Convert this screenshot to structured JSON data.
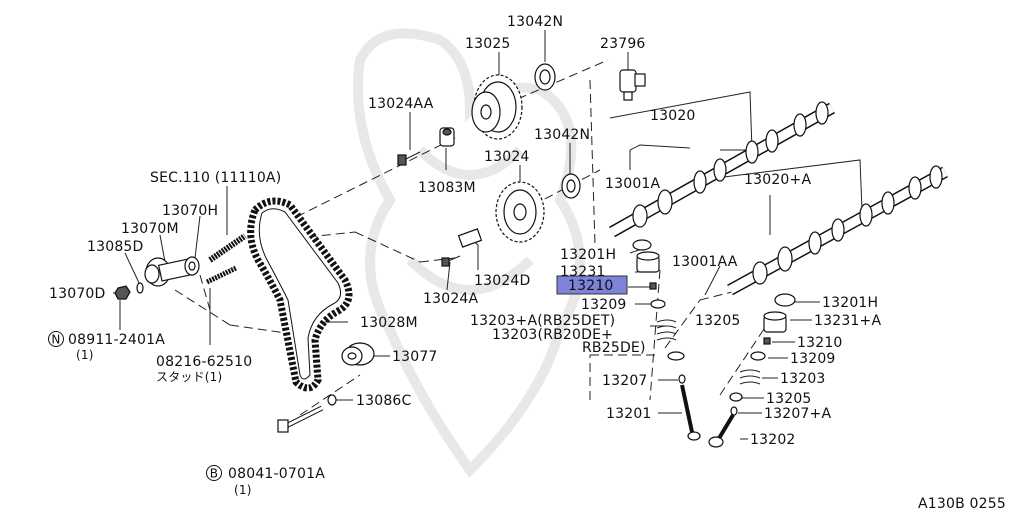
{
  "highlight_color": "#7d83d8",
  "reference": "A130B 0255",
  "labels": {
    "p13042n_top": "13042N",
    "p13025": "13025",
    "p23796": "23796",
    "p13020": "13020",
    "p13024aa": "13024AA",
    "p13042n_mid": "13042N",
    "p13024": "13024",
    "p13083m": "13083M",
    "p13001a": "13001A",
    "p13020a": "13020+A",
    "sec110": "SEC.110 (11110A)",
    "p13070h": "13070H",
    "p13070m": "13070M",
    "p13085d": "13085D",
    "p13070d": "13070D",
    "n08911": "08911-2401A",
    "n08911_qty": "(1)",
    "p08216": "08216-62510",
    "p08216_sub": "スタッド(1)",
    "p13024d": "13024D",
    "p13024a": "13024A",
    "p13201h": "13201H",
    "p13231": "13231",
    "p13210_selected": "13210",
    "p13209": "13209",
    "p13203a": "13203+A(RB25DET)",
    "p13203": "13203(RB20DE+",
    "p13203_cont": "RB25DE)",
    "p13205": "13205",
    "p13001aa": "13001AA",
    "p13028m": "13028M",
    "p13077": "13077",
    "p13086c": "13086C",
    "p13207": "13207",
    "p13201": "13201",
    "b08041": "08041-0701A",
    "b08041_qty": "(1)",
    "r13201h": "13201H",
    "r13231a": "13231+A",
    "r13210": "13210",
    "r13209": "13209",
    "r13203": "13203",
    "r13205": "13205",
    "r13207a": "13207+A",
    "r13202": "13202",
    "circle_n": "N",
    "circle_b": "B"
  }
}
